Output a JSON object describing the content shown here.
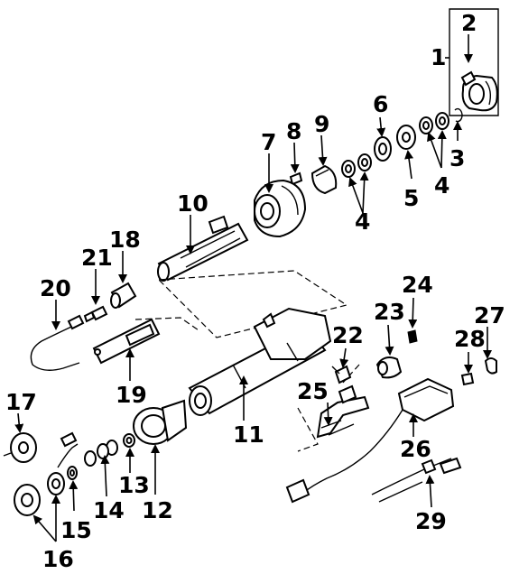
{
  "callouts": {
    "c1": "1",
    "c2": "2",
    "c3": "3",
    "c4a": "4",
    "c4b": "4",
    "c5": "5",
    "c6": "6",
    "c7": "7",
    "c8": "8",
    "c9": "9",
    "c10": "10",
    "c11": "11",
    "c12": "12",
    "c13": "13",
    "c14": "14",
    "c15": "15",
    "c16": "16",
    "c17": "17",
    "c18": "18",
    "c19": "19",
    "c20": "20",
    "c21": "21",
    "c22": "22",
    "c23": "23",
    "c24": "24",
    "c25": "25",
    "c26": "26",
    "c27": "27",
    "c28": "28",
    "c29": "29"
  }
}
